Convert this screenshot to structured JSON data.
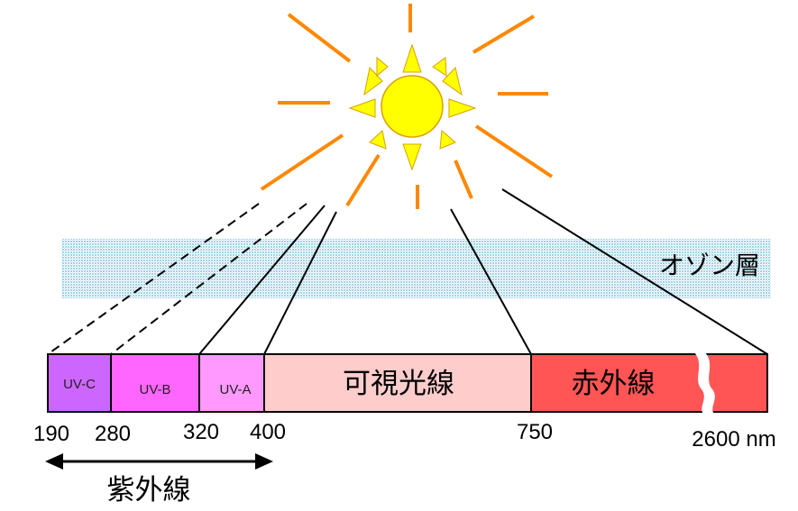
{
  "ozone_label": "オゾン層",
  "segments": [
    {
      "id": "uvc",
      "label": "UV-C",
      "color": "#cc66ff"
    },
    {
      "id": "uvb",
      "label": "UV-B",
      "color": "#ff66ff"
    },
    {
      "id": "uva",
      "label": "UV-A",
      "color": "#ff99ff"
    },
    {
      "id": "visible",
      "label": "可視光線",
      "color": "#ffcccc"
    },
    {
      "id": "infrared",
      "label": "赤外線",
      "color": "#ff5555"
    }
  ],
  "ticks": [
    "190",
    "280",
    "320",
    "400",
    "750",
    "2600 nm"
  ],
  "uv_label": "紫外線",
  "colors": {
    "sun": "#ffff00",
    "sun_outline": "#e8a000",
    "rays": "#ff8800",
    "ozone": "#aad8e6"
  }
}
